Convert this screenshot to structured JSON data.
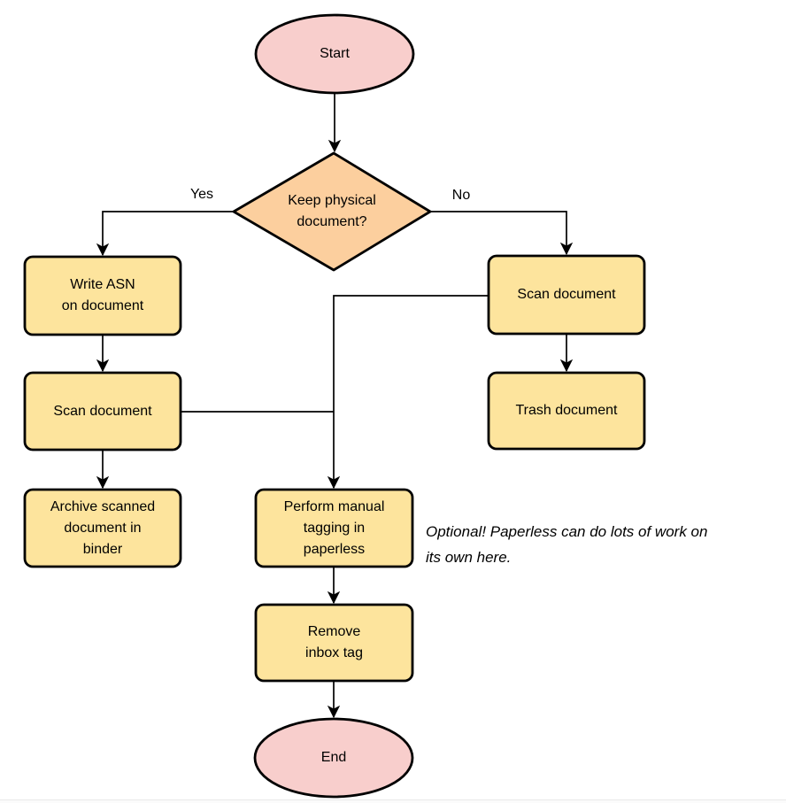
{
  "colors": {
    "terminal_fill": "#f8cecc",
    "decision_fill": "#fccf9e",
    "process_fill": "#fde49d",
    "stroke": "#000000"
  },
  "nodes": {
    "start": {
      "label": "Start"
    },
    "decision": {
      "label": "Keep physical\ndocument?"
    },
    "write_asn": {
      "label": "Write ASN\non document"
    },
    "scan_left": {
      "label": "Scan document"
    },
    "archive": {
      "label": "Archive scanned\ndocument in\nbinder"
    },
    "scan_right": {
      "label": "Scan document"
    },
    "trash": {
      "label": "Trash document"
    },
    "tagging": {
      "label": "Perform manual\ntagging in\npaperless"
    },
    "remove_inbox": {
      "label": "Remove\ninbox tag"
    },
    "end": {
      "label": "End"
    }
  },
  "edge_labels": {
    "yes": "Yes",
    "no": "No"
  },
  "annotation": "Optional! Paperless can do lots of work on\nits own here."
}
